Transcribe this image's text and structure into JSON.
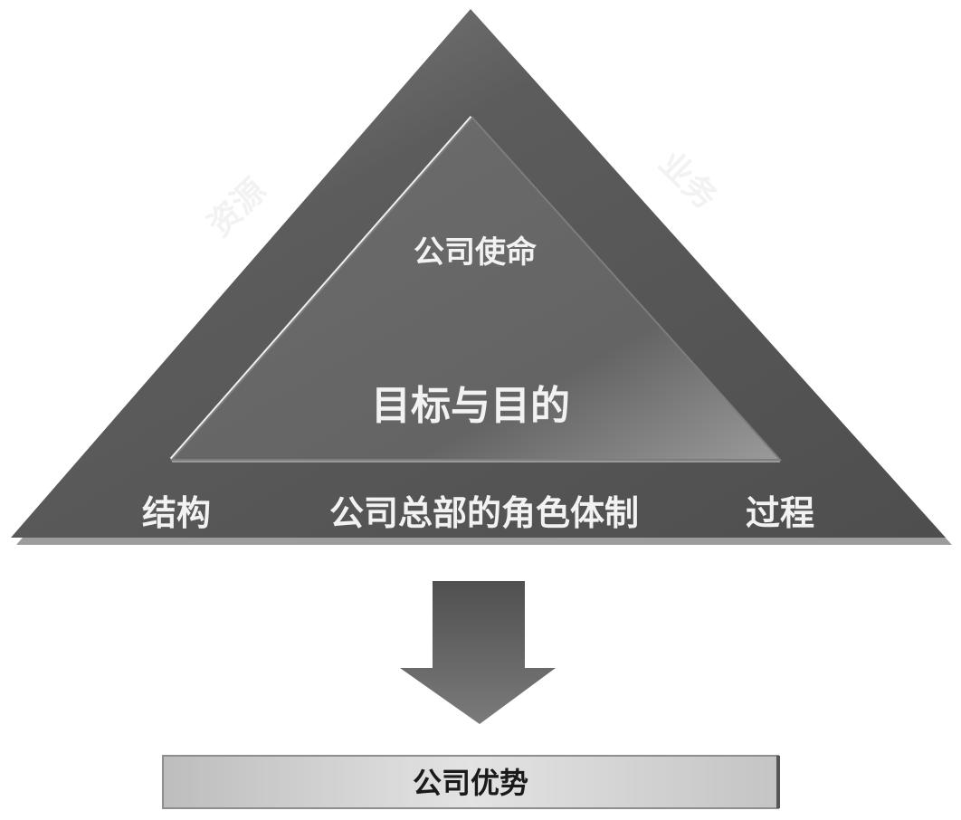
{
  "diagram": {
    "side_left": "资源",
    "side_right": "业务",
    "inner_top": "公司使命",
    "inner_middle": "目标与目的",
    "bottom_left": "结构",
    "bottom_center": "公司总部的角色体制",
    "bottom_right": "过程",
    "result": "公司优势"
  },
  "colors": {
    "outer_triangle": "#5e5e5e",
    "inner_triangle": "#6b6b6b",
    "arrow": "#6a6a6a",
    "result_box": "#d6d6d6"
  }
}
